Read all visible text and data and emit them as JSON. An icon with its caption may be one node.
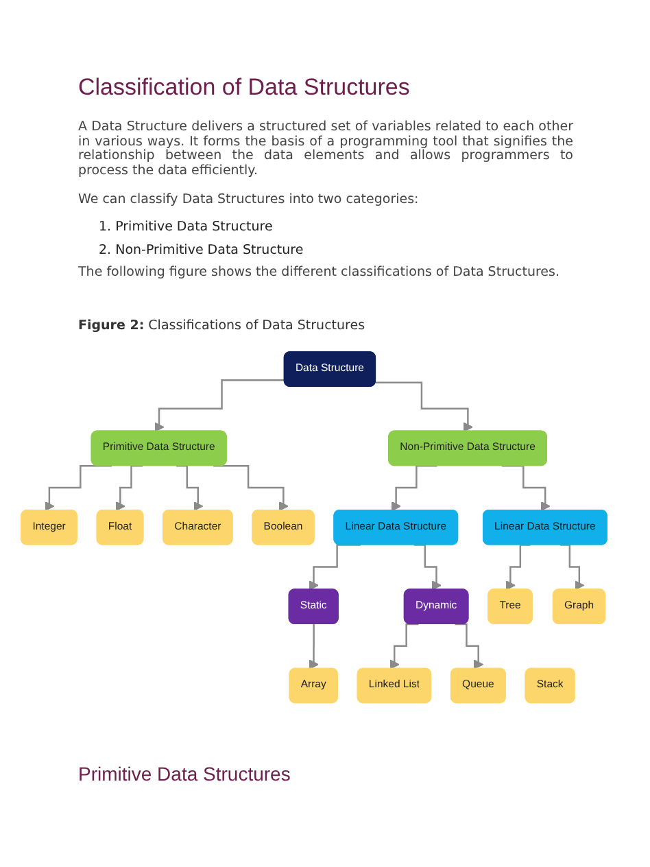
{
  "diagram": {
    "title": "Classification of Data Structures",
    "caption": "**Figure 2:** Classifications of Data Structures",
    "nodes": [
      {
        "text": [
          "Data Structure"
        ]
      },
      {
        "text": [
          "Primitive Data Structure"
        ]
      },
      {
        "text": [
          "Non-Primitive Data Structure"
        ]
      },
      {
        "text": [
          "Integer"
        ]
      },
      {
        "text": [
          "Float"
        ]
      },
      {
        "text": [
          "Character"
        ]
      },
      {
        "text": [
          "Boolean"
        ]
      },
      {
        "text": [
          "Linear Data Structure"
        ]
      },
      {
        "text": [
          "Linear Data Structure"
        ]
      },
      {
        "text": [
          "Static"
        ]
      },
      {
        "text": [
          "Dynamic"
        ]
      },
      {
        "text": [
          "Tree"
        ]
      },
      {
        "text": [
          "Graph"
        ]
      },
      {
        "text": [
          "Array"
        ]
      },
      {
        "text": [
          "Linked List"
        ]
      },
      {
        "text": [
          "Stack"
        ]
      },
      {
        "text": [
          "Queue"
        ]
      }
    ],
    "edges": [
      {
        "from": 0,
        "to": 1,
        "arrow": "to"
      },
      {
        "from": 0,
        "to": 2,
        "arrow": "to"
      },
      {
        "from": 1,
        "to": 3,
        "arrow": "to"
      },
      {
        "from": 1,
        "to": 4,
        "arrow": "to"
      },
      {
        "from": 1,
        "to": 5,
        "arrow": "to"
      },
      {
        "from": 1,
        "to": 6,
        "arrow": "to"
      },
      {
        "from": 2,
        "to": 7,
        "arrow": "to"
      },
      {
        "from": 2,
        "to": 8,
        "arrow": "to"
      },
      {
        "from": 7,
        "to": 9,
        "arrow": "to"
      },
      {
        "from": 7,
        "to": 10,
        "arrow": "to"
      },
      {
        "from": 8,
        "to": 11,
        "arrow": "to"
      },
      {
        "from": 8,
        "to": 12,
        "arrow": "to"
      },
      {
        "from": 9,
        "to": 13,
        "arrow": "to"
      },
      {
        "from": 10,
        "to": 14,
        "arrow": "to"
      },
      {
        "from": 10,
        "to": 16,
        "arrow": "to"
      }
    ],
    "labels": [
      "A Data Structure delivers a structured set of variables related to each other in various ways. It forms the basis of a programming tool that signifies the relationship between the data elements and allows programmers to process the data efficiently.",
      "We can classify Data Structures into two categories:",
      "1. Primitive Data Structure",
      "2. Non-Primitive Data Structure",
      "The following figure shows the different classifications of Data Structures.",
      "Primitive Data Structures"
    ]
  }
}
